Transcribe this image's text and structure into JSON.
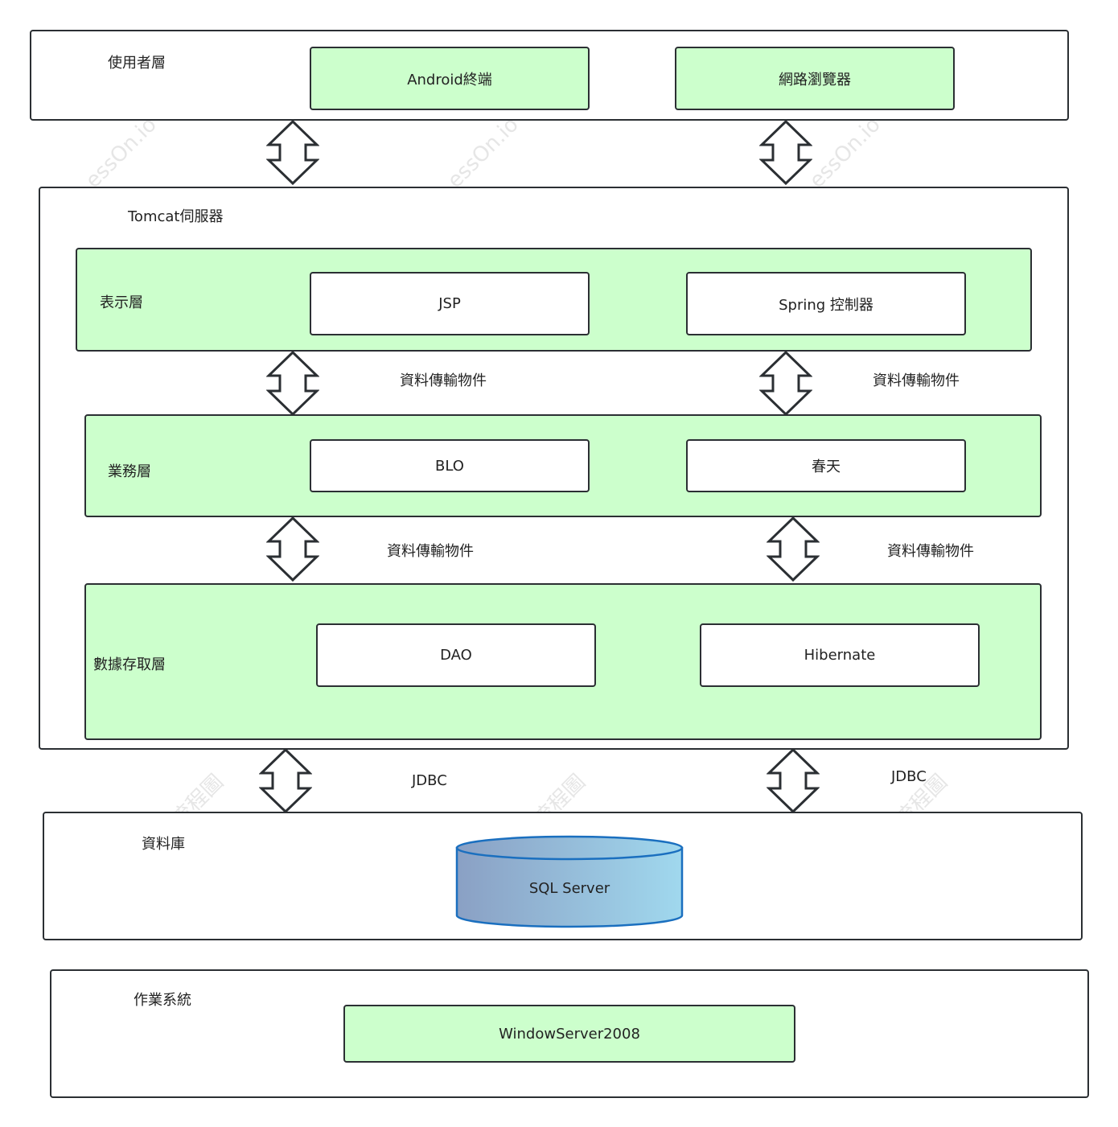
{
  "layers": {
    "user": {
      "title": "使用者層",
      "items": [
        "Android終端",
        "網路瀏覽器"
      ]
    },
    "tomcat": {
      "title": "Tomcat伺服器",
      "presentation": {
        "title": "表示層",
        "items": [
          "JSP",
          "Spring 控制器"
        ]
      },
      "business": {
        "title": "業務層",
        "items": [
          "BLO",
          "春天"
        ]
      },
      "data_access": {
        "title": "數據存取層",
        "items": [
          "DAO",
          "Hibernate"
        ]
      }
    },
    "database": {
      "title": "資料庫",
      "item": "SQL Server"
    },
    "os": {
      "title": "作業系統",
      "item": "WindowServer2008"
    }
  },
  "connectors": {
    "dto_label": "資料傳輸物件",
    "jdbc_label": "JDBC"
  },
  "colors": {
    "box_fill": "#ccffcc",
    "stroke": "#2b2f33",
    "db_gradient_start": "#8aa0c4",
    "db_gradient_end": "#a0d8ee",
    "db_stroke": "#1a6fbf"
  }
}
